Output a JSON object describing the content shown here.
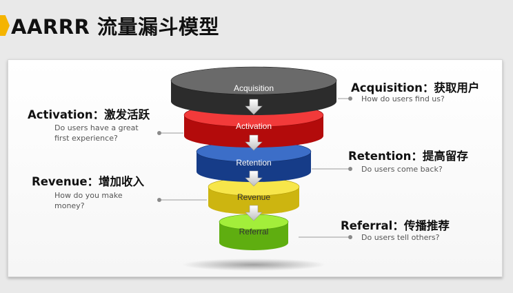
{
  "title": "AARRR 流量漏斗模型",
  "colors": {
    "accent": "#f5b400",
    "acquisition": "#3e3e3e",
    "activation": "#e01515",
    "retention": "#1f4ea6",
    "revenue": "#e7d31a",
    "referral": "#7fd21c"
  },
  "stages": [
    {
      "funnel_label": "Acquisition",
      "title": "Acquisition：获取用户",
      "question": "How do users find us?"
    },
    {
      "funnel_label": "Activation",
      "title": "Activation：激发活跃",
      "question": "Do users have a great first experience?"
    },
    {
      "funnel_label": "Retention",
      "title": "Retention：提高留存",
      "question": "Do users come back?"
    },
    {
      "funnel_label": "Revenue",
      "title": "Revenue：增加收入",
      "question": "How do you make money?"
    },
    {
      "funnel_label": "Referral",
      "title": "Referral：传播推荐",
      "question": "Do users tell others?"
    }
  ]
}
